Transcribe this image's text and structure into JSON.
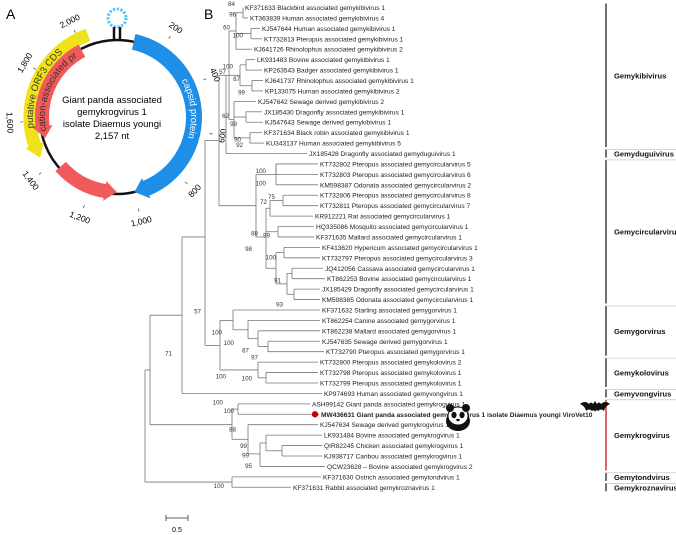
{
  "panel_a": {
    "label": "A",
    "center_text": [
      "Giant panda associated",
      "gemykrogvirus 1",
      "isolate Diaemus youngi",
      "2,157 nt"
    ],
    "ticks": [
      "200",
      "400",
      "600",
      "800",
      "1,000",
      "1,200",
      "1,400",
      "1,600",
      "1,800",
      "2,000"
    ],
    "features": {
      "capsid": "capsid protein",
      "orf3": "putative ORF3 CDS",
      "rep": "replication-associated protein"
    },
    "colors": {
      "capsid": "#1f8ee6",
      "orf3": "#f0e21a",
      "rep": "#f05a5a",
      "genome": "#111111",
      "stemloop": "#4fc3f7"
    }
  },
  "panel_b": {
    "label": "B",
    "scale_label": "0.5",
    "taxa": [
      {
        "acc": "KF371633",
        "name": "Blackbird associated gemykibivirus 1"
      },
      {
        "acc": "KT363839",
        "name": "Human associated gemykibivirus 4"
      },
      {
        "acc": "KJ547644",
        "name": "Human associated gemykibivirus 1"
      },
      {
        "acc": "KT732813",
        "name": "Pteropus associated gemykibivirus 1"
      },
      {
        "acc": "KJ641726",
        "name": "Rhinolophus associated gemykibivirus 2"
      },
      {
        "acc": "LK931483",
        "name": "Bovine associated gemykibivirus 1"
      },
      {
        "acc": "KP263543",
        "name": "Badger associated gemykibivirus 1"
      },
      {
        "acc": "KJ641737",
        "name": "Rhinolophus associated gemykibivirus 1"
      },
      {
        "acc": "KP133075",
        "name": "Human associated gemykibivirus 2"
      },
      {
        "acc": "KJ547642",
        "name": "Sewage derived gemykibivirus 2"
      },
      {
        "acc": "JX185430",
        "name": "Dragonfly associated gemykibivirus 1"
      },
      {
        "acc": "KJ547643",
        "name": "Sewage derived gemykibivirus 1"
      },
      {
        "acc": "KF371634",
        "name": "Black robin associated gemykibivirus 1"
      },
      {
        "acc": "KU343137",
        "name": "Human associated gemykibivirus 5"
      },
      {
        "acc": "JX185428",
        "name": "Dragonfly associated gemyduguivirus 1"
      },
      {
        "acc": "KT732802",
        "name": "Pteropus associated gemycircularvirus 5"
      },
      {
        "acc": "KT732803",
        "name": "Pteropus associated gemycircularvirus 6"
      },
      {
        "acc": "KM598387",
        "name": "Odonata associated gemycircularvirus 2"
      },
      {
        "acc": "KT732806",
        "name": "Pteropus associated gemycircularvirus 8"
      },
      {
        "acc": "KT732811",
        "name": "Pteropus associated gemycircularvirus 7"
      },
      {
        "acc": "KR912221",
        "name": "Rat associated gemycircularvirus 1"
      },
      {
        "acc": "HQ335086",
        "name": "Mosquito associated gemycircularvirus 1"
      },
      {
        "acc": "KF371635",
        "name": "Mallard associated gemycircularvirus 1"
      },
      {
        "acc": "KF413620",
        "name": "Hypericum associated gemycircularvirus 1"
      },
      {
        "acc": "KT732797",
        "name": "Pteropus associated gemycircularvirus 3"
      },
      {
        "acc": "JQ412056",
        "name": "Cassava associated gemycircularvirus 1"
      },
      {
        "acc": "KT862253",
        "name": "Bovine associated gemycircularvirus 1"
      },
      {
        "acc": "JX185429",
        "name": "Dragonfly associated gemycircularvirus 1"
      },
      {
        "acc": "KM598385",
        "name": "Odonata associated gemycircularvirus 1"
      },
      {
        "acc": "KF371632",
        "name": "Starling associated gemygorvirus 1"
      },
      {
        "acc": "KT862254",
        "name": "Canine associated gemygorvirus 1"
      },
      {
        "acc": "KT862238",
        "name": "Mallard associated gemygorvirus 1"
      },
      {
        "acc": "KJ547635",
        "name": "Sewage derived gemygorvirus 1"
      },
      {
        "acc": "KT732790",
        "name": "Pteropus associated gemygorvirus 1"
      },
      {
        "acc": "KT732800",
        "name": "Pteropus associated gemykolovirus 2"
      },
      {
        "acc": "KT732798",
        "name": "Pteropus associated gemykolovirus 1"
      },
      {
        "acc": "KT732799",
        "name": "Pteropus associated gemykolovirus 1"
      },
      {
        "acc": "KP974693",
        "name": "Human associated gemyvongvirus 1"
      },
      {
        "acc": "ASH99142",
        "name": "Giant panda associated gemykrogvirus 1"
      },
      {
        "acc": "MW436631",
        "name": "Giant panda associated gemykrogvirus 1 isolate Diaemus youngi ViroVet10",
        "bold": true
      },
      {
        "acc": "KJ547634",
        "name": "Sewage derived gemykrogvirus 1"
      },
      {
        "acc": "LK931484",
        "name": "Bovine associated gemykrogvirus 1"
      },
      {
        "acc": "QIR82245",
        "name": "Chicken associated gemykrogvirus 1"
      },
      {
        "acc": "KJ938717",
        "name": "Caribou associated gemykrogvirus 1"
      },
      {
        "acc": "QCW23628",
        "name": "– Bovine associated gemykrogvirus 2"
      },
      {
        "acc": "KF371630",
        "name": "Ostrich associated gemytondvirus 1"
      },
      {
        "acc": "KF371631",
        "name": "Rabbit associated gemykroznavirus 1"
      }
    ],
    "bootstrap": [
      "84",
      "96",
      "60",
      "100",
      "57",
      "100",
      "87",
      "99",
      "62",
      "99",
      "90",
      "92",
      "100",
      "72",
      "75",
      "88",
      "100",
      "98",
      "99",
      "100",
      "57",
      "91",
      "93",
      "71",
      "100",
      "100",
      "87",
      "97",
      "100",
      "100",
      "100",
      "100",
      "88",
      "99",
      "99",
      "95",
      "100"
    ],
    "groups": [
      {
        "name": "Gemykibivirus"
      },
      {
        "name": "Gemyduguivirus"
      },
      {
        "name": "Gemycircularvirus"
      },
      {
        "name": "Gemygorvirus"
      },
      {
        "name": "Gemykolovirus"
      },
      {
        "name": "Gemyvongvirus"
      },
      {
        "name": "Gemykrogvirus",
        "highlight": true
      },
      {
        "name": "Gemytondvirus"
      },
      {
        "name": "Gemykroznavirus"
      }
    ],
    "highlight_color": "#cc0000",
    "marker_color": "#cc0000",
    "icons": [
      "panda-icon",
      "bat-icon"
    ]
  }
}
